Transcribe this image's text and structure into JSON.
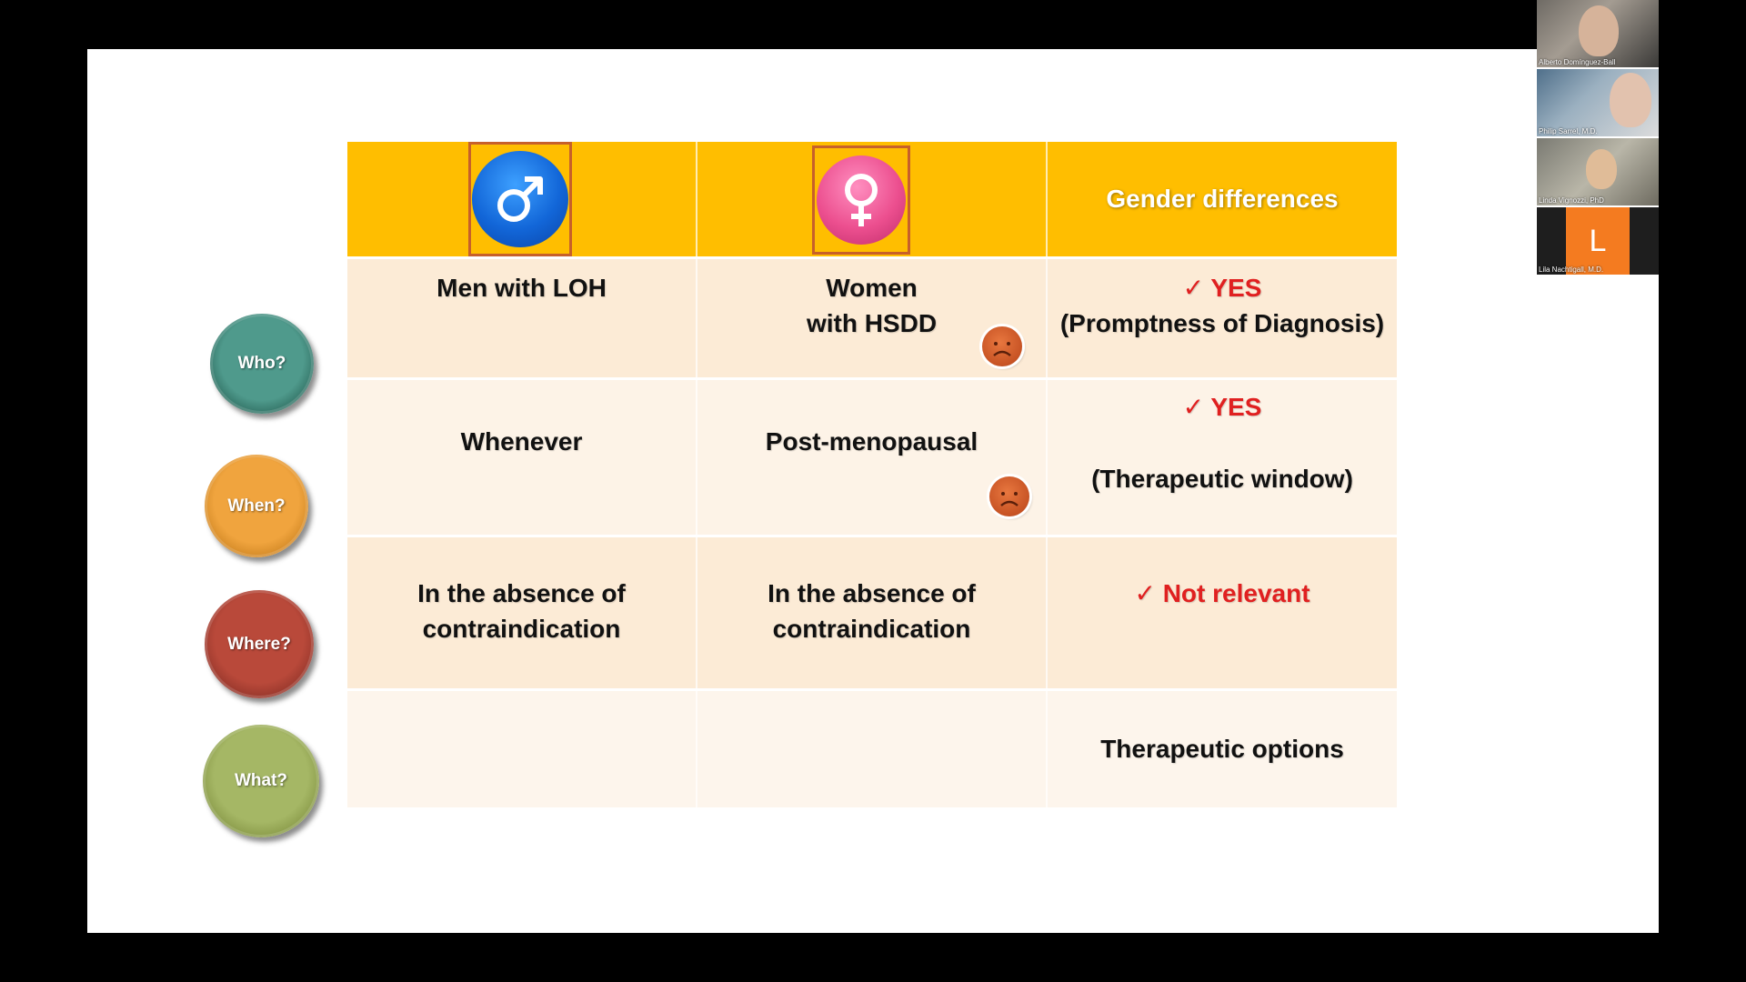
{
  "bubbles": {
    "who": "Who?",
    "when": "When?",
    "where": "Where?",
    "what": "What?"
  },
  "table": {
    "header": {
      "col3": "Gender differences",
      "male_icon": "male-symbol-icon",
      "female_icon": "female-symbol-icon"
    },
    "rows": [
      {
        "men": "Men with LOH",
        "women_line1": "Women",
        "women_line2": "with HSDD",
        "diff_check": "✓",
        "diff_line1": "YES",
        "diff_line2": "(Promptness of Diagnosis)"
      },
      {
        "men": "Whenever",
        "women": "Post-menopausal",
        "diff_check": "✓",
        "diff_line1": "YES",
        "diff_line2": "(Therapeutic window)"
      },
      {
        "men_line1": "In the absence of",
        "men_line2": "contraindication",
        "women_line1": "In the absence of",
        "women_line2": "contraindication",
        "diff_check": "✓",
        "diff_line1": "Not relevant"
      },
      {
        "men": "",
        "women": "",
        "diff": "Therapeutic options"
      }
    ]
  },
  "participants": [
    {
      "name": "Alberto Domínguez-Ball"
    },
    {
      "name": "Philip Sarrel, M.D."
    },
    {
      "name": "Linda Vignozzi, PhD"
    },
    {
      "name": "Lila Nachtigall, M.D.",
      "initial": "L"
    }
  ],
  "colors": {
    "header_bg": "#ffbe00",
    "accent_red": "#e02020",
    "who": "#4f9a8c",
    "when": "#f0a43e",
    "where": "#b9493a",
    "what": "#a5b765"
  }
}
